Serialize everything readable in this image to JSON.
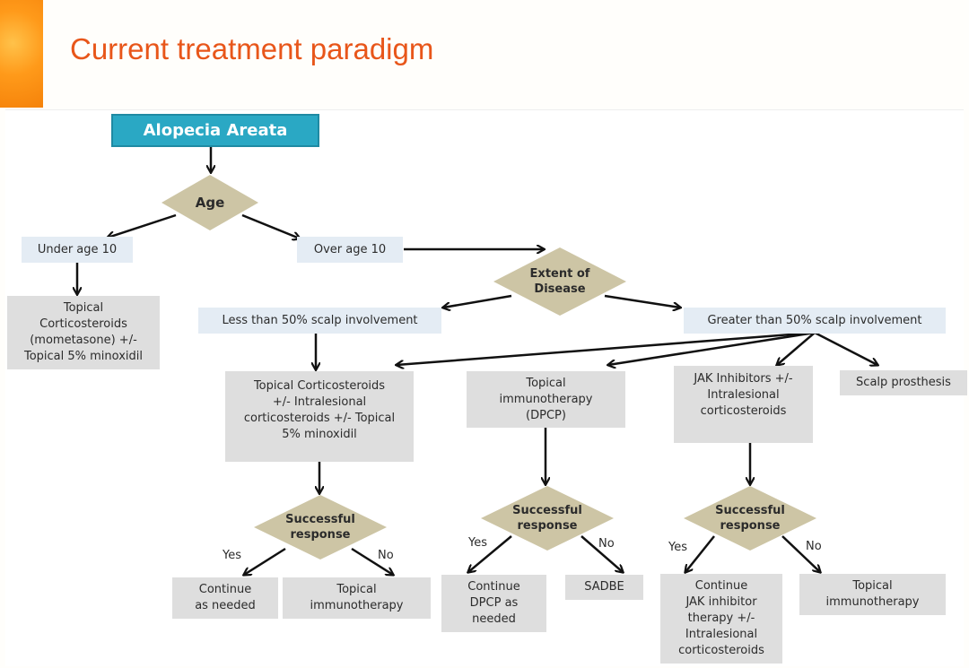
{
  "slide": {
    "title": "Current treatment paradigm",
    "accent_color": "#e8561a"
  },
  "flowchart": {
    "root": "Alopecia Areata",
    "decision_age": "Age",
    "under_age": "Under age 10",
    "over_age": "Over age 10",
    "under_age_treatment": [
      "Topical",
      "Corticosteroids",
      "(mometasone) +/-",
      "Topical 5% minoxidil"
    ],
    "decision_extent": [
      "Extent of",
      "Disease"
    ],
    "less_than_50": "Less than 50% scalp involvement",
    "greater_than_50": "Greater than 50% scalp involvement",
    "treatment_topical_cs": [
      "Topical Corticosteroids",
      "+/- Intralesional",
      "corticosteroids +/- Topical",
      "5% minoxidil"
    ],
    "treatment_dpcp": [
      "Topical",
      "immunotherapy",
      "(DPCP)"
    ],
    "treatment_jak": [
      "JAK Inhibitors +/-",
      "Intralesional",
      "corticosteroids"
    ],
    "treatment_prosthesis": "Scalp prosthesis",
    "decision_response": [
      "Successful",
      "response"
    ],
    "yes_label": "Yes",
    "no_label": "No",
    "outcome_cs_yes": [
      "Continue",
      "as needed"
    ],
    "outcome_cs_no": [
      "Topical",
      "immunotherapy"
    ],
    "outcome_dpcp_yes": [
      "Continue",
      "DPCP as",
      "needed"
    ],
    "outcome_dpcp_no": "SADBE",
    "outcome_jak_yes": [
      "Continue",
      "JAK inhibitor",
      "therapy +/-",
      "Intralesional",
      "corticosteroids"
    ],
    "outcome_jak_no": [
      "Topical",
      "immunotherapy"
    ]
  }
}
